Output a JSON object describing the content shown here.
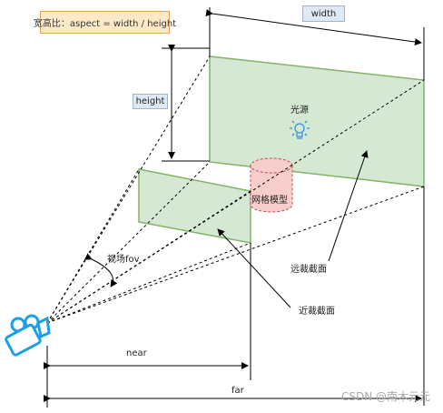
{
  "aspect_note": "宽高比：aspect = width / height",
  "labels": {
    "width": "width",
    "height": "height",
    "light": "光源",
    "mesh": "网格模型",
    "fov": "视场fov",
    "far_plane": "远裁截面",
    "near_plane": "近裁截面",
    "near": "near",
    "far": "far"
  },
  "icons": {
    "camera": "camera-icon",
    "light": "lightbulb-icon"
  },
  "colors": {
    "plane_fill": "#d5e8d4",
    "plane_stroke": "#82b366",
    "mesh_fill": "#f8cecc",
    "mesh_stroke": "#b85450",
    "camera": "#1ba1e2",
    "light": "#3c8fd6"
  },
  "watermark": "CSDN @南木元元"
}
